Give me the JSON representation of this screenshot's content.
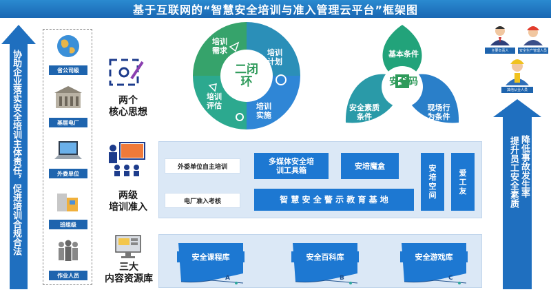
{
  "title": "基于互联网的“智慧安全培训与准入管理云平台”框架图",
  "left_arrow_text": "协助企业落实安全培训主体责任，促进培训合规合法",
  "levels": [
    {
      "label": "省公司级",
      "icon": "globe-icon"
    },
    {
      "label": "基层电厂",
      "icon": "building-icon"
    },
    {
      "label": "外委单位",
      "icon": "laptop-icon"
    },
    {
      "label": "班组级",
      "icon": "office-icon"
    },
    {
      "label": "作业人员",
      "icon": "people-icon"
    }
  ],
  "core": {
    "label_line1": "两个",
    "label_line2": "核心思想",
    "cycle_center": "二闭环",
    "cycle_items": [
      "培训需求",
      "培训计划",
      "培训实施",
      "培训评估"
    ],
    "triangle_center": "安全码",
    "triangle_items": [
      "基本条件",
      "现场行为条件",
      "安全素质条件"
    ]
  },
  "admission": {
    "label_line1": "两级",
    "label_line2": "培训准入",
    "row1_tag": "外委单位自主培训",
    "row2_tag": "电厂准入考核",
    "toolbox": "多媒体安全培训工具箱",
    "magic_box": "安培魔盒",
    "base": "智 慧 安 全 警 示 教 育 基 地",
    "space": "安培空间",
    "friend": "爱工友"
  },
  "resources": {
    "label_line1": "三大",
    "label_line2": "内容资源库",
    "libraries": [
      {
        "name": "安全课程库",
        "letter": "A"
      },
      {
        "name": "安全百科库",
        "letter": "B"
      },
      {
        "name": "安全游戏库",
        "letter": "C"
      }
    ]
  },
  "right_arrow_col1": "提升员工安全素质",
  "right_arrow_col2": "降低事故发生率",
  "roles": [
    "主要负责人",
    "安全生产管理人员",
    "其他从业人员"
  ],
  "colors": {
    "primary": "#1d78d2",
    "dark": "#1e64ae",
    "green": "#2e9a5a",
    "teal": "#2aa79b"
  }
}
